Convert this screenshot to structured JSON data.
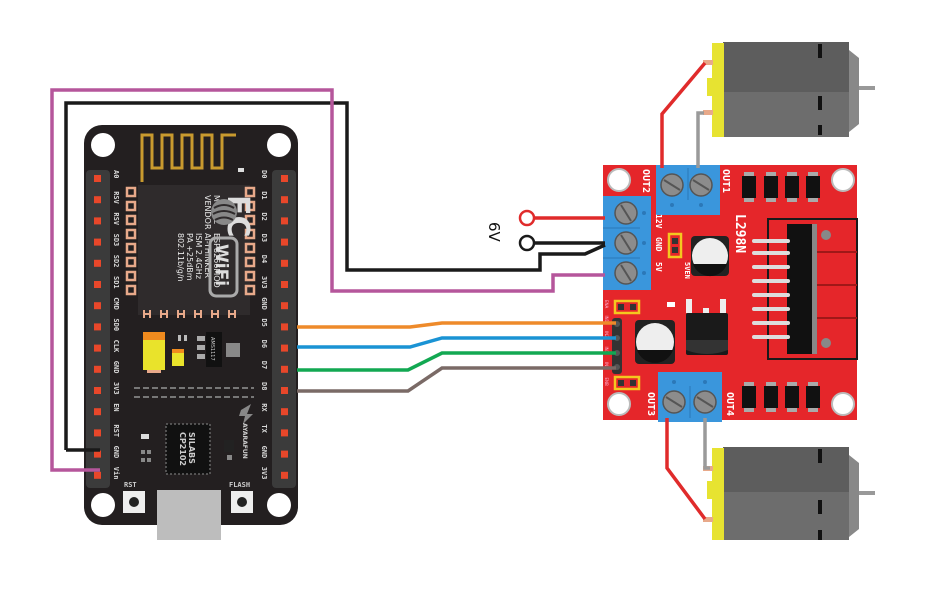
{
  "diagram": {
    "title": "NodeMCU ESP8266 + L298N dual DC motor wiring",
    "power_label": "6V",
    "colors": {
      "wire_red": "#e02b2b",
      "wire_black": "#1a1a1a",
      "wire_magenta": "#b5569b",
      "wire_orange": "#ee8a2a",
      "wire_blue": "#1a93d4",
      "wire_green": "#12a852",
      "wire_brown": "#7a6a66",
      "wire_gray": "#9a9a9a",
      "nodemcu_board": "#231f20",
      "l298n_board": "#e5262a",
      "terminal_blue": "#3a96dc",
      "motor_body": "#6d6d6d",
      "motor_cap": "#e7e331",
      "jumper": "#f4c81f"
    }
  },
  "nodemcu": {
    "module": {
      "model_label": "MODEL",
      "vendor_label": "VENDOR",
      "model": "ESP8266MOD",
      "vendor": "AI-THINKER",
      "band": "ISM 2.4GHz",
      "power": "PA +25dBm",
      "standard": "802.11b/g/n",
      "fc": "FC",
      "wifi": "WiFi"
    },
    "regulator": "AMS1117",
    "usb_chip": [
      "SILABS",
      "CP2102"
    ],
    "brand": "AYARAFUN",
    "buttons": {
      "rst": "RST",
      "flash": "FLASH"
    },
    "left_pins": [
      "A0",
      "RSV",
      "RSV",
      "SD3",
      "SD2",
      "SD1",
      "CMD",
      "SD0",
      "CLK",
      "GND",
      "3V3",
      "EN",
      "RST",
      "GND",
      "Vin"
    ],
    "right_pins": [
      "D0",
      "D1",
      "D2",
      "D3",
      "D4",
      "3V3",
      "GND",
      "D5",
      "D6",
      "D7",
      "D8",
      "RX",
      "TX",
      "GND",
      "3V3"
    ]
  },
  "l298n": {
    "chip": "L298N",
    "outputs": [
      "OUT1",
      "OUT2",
      "OUT3",
      "OUT4"
    ],
    "power_terminals": [
      "12V",
      "GND",
      "5V"
    ],
    "jumper_5v": "5VEN",
    "enable_label": "5V",
    "control_pins": [
      "ENA",
      "IN1",
      "IN2",
      "IN3",
      "IN4",
      "ENB"
    ]
  },
  "connections": [
    {
      "from": "NodeMCU D5",
      "to": "L298N IN1",
      "color": "orange"
    },
    {
      "from": "NodeMCU D6",
      "to": "L298N IN2",
      "color": "blue"
    },
    {
      "from": "NodeMCU D7",
      "to": "L298N IN3",
      "color": "green"
    },
    {
      "from": "NodeMCU D8",
      "to": "L298N IN4",
      "color": "brown"
    },
    {
      "from": "NodeMCU GND",
      "to": "L298N GND",
      "color": "black"
    },
    {
      "from": "NodeMCU Vin",
      "to": "L298N 5V",
      "color": "magenta"
    },
    {
      "from": "6V +",
      "to": "L298N 12V",
      "color": "red"
    },
    {
      "from": "6V -",
      "to": "L298N GND",
      "color": "black"
    },
    {
      "from": "L298N OUT1/OUT2",
      "to": "Motor A",
      "color": "red/gray"
    },
    {
      "from": "L298N OUT3/OUT4",
      "to": "Motor B",
      "color": "red/gray"
    }
  ]
}
